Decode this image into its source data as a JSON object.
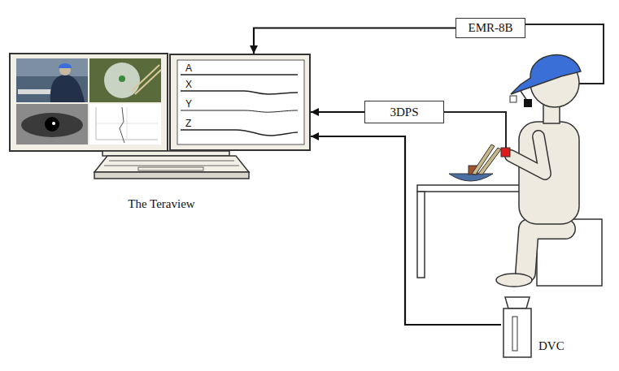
{
  "diagram": {
    "nodes": [
      {
        "text": [
          "The Teraview"
        ]
      },
      {
        "text": [
          "A",
          "X",
          "Y",
          "Z"
        ],
        "in": 0
      },
      {
        "text": [
          "EMR-8B"
        ]
      },
      {
        "text": [
          "3DPS"
        ]
      },
      {
        "text": [
          "DVC"
        ]
      }
    ],
    "edges": [
      {
        "from": 2,
        "to": 1,
        "arrow": "to"
      },
      {
        "from": 3,
        "to": 1,
        "arrow": "to"
      },
      {
        "from": 4,
        "to": 1,
        "arrow": "to"
      }
    ]
  }
}
